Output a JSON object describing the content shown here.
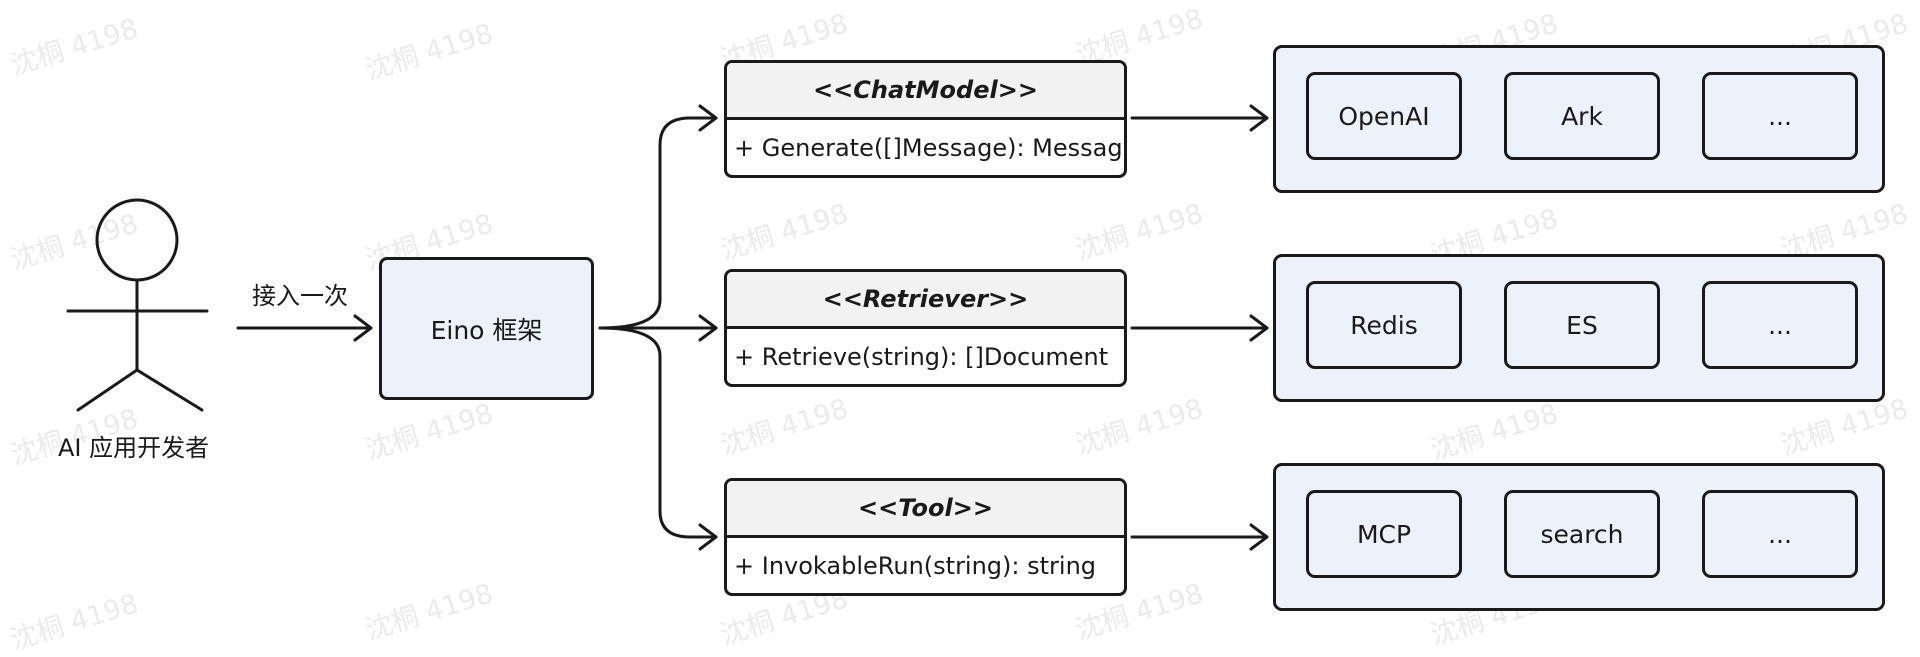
{
  "watermark_text": "沈桐 4198",
  "actor": {
    "label": "AI 应用开发者"
  },
  "entry_edge": {
    "label": "接入一次"
  },
  "framework": {
    "label": "Eino 框架"
  },
  "interfaces": [
    {
      "stereotype": "<<ChatModel>>",
      "method": "+ Generate([]Message): Message",
      "implementations": [
        "OpenAI",
        "Ark",
        "..."
      ]
    },
    {
      "stereotype": "<<Retriever>>",
      "method": "+ Retrieve(string): []Document",
      "implementations": [
        "Redis",
        "ES",
        "..."
      ]
    },
    {
      "stereotype": "<<Tool>>",
      "method": "+ InvokableRun(string): string",
      "implementations": [
        "MCP",
        "search",
        "..."
      ]
    }
  ],
  "colors": {
    "stroke": "#1a1a1a",
    "node_fill": "#edf1fa",
    "header_fill": "#f2f2f2",
    "watermark": "#ebebeb"
  }
}
